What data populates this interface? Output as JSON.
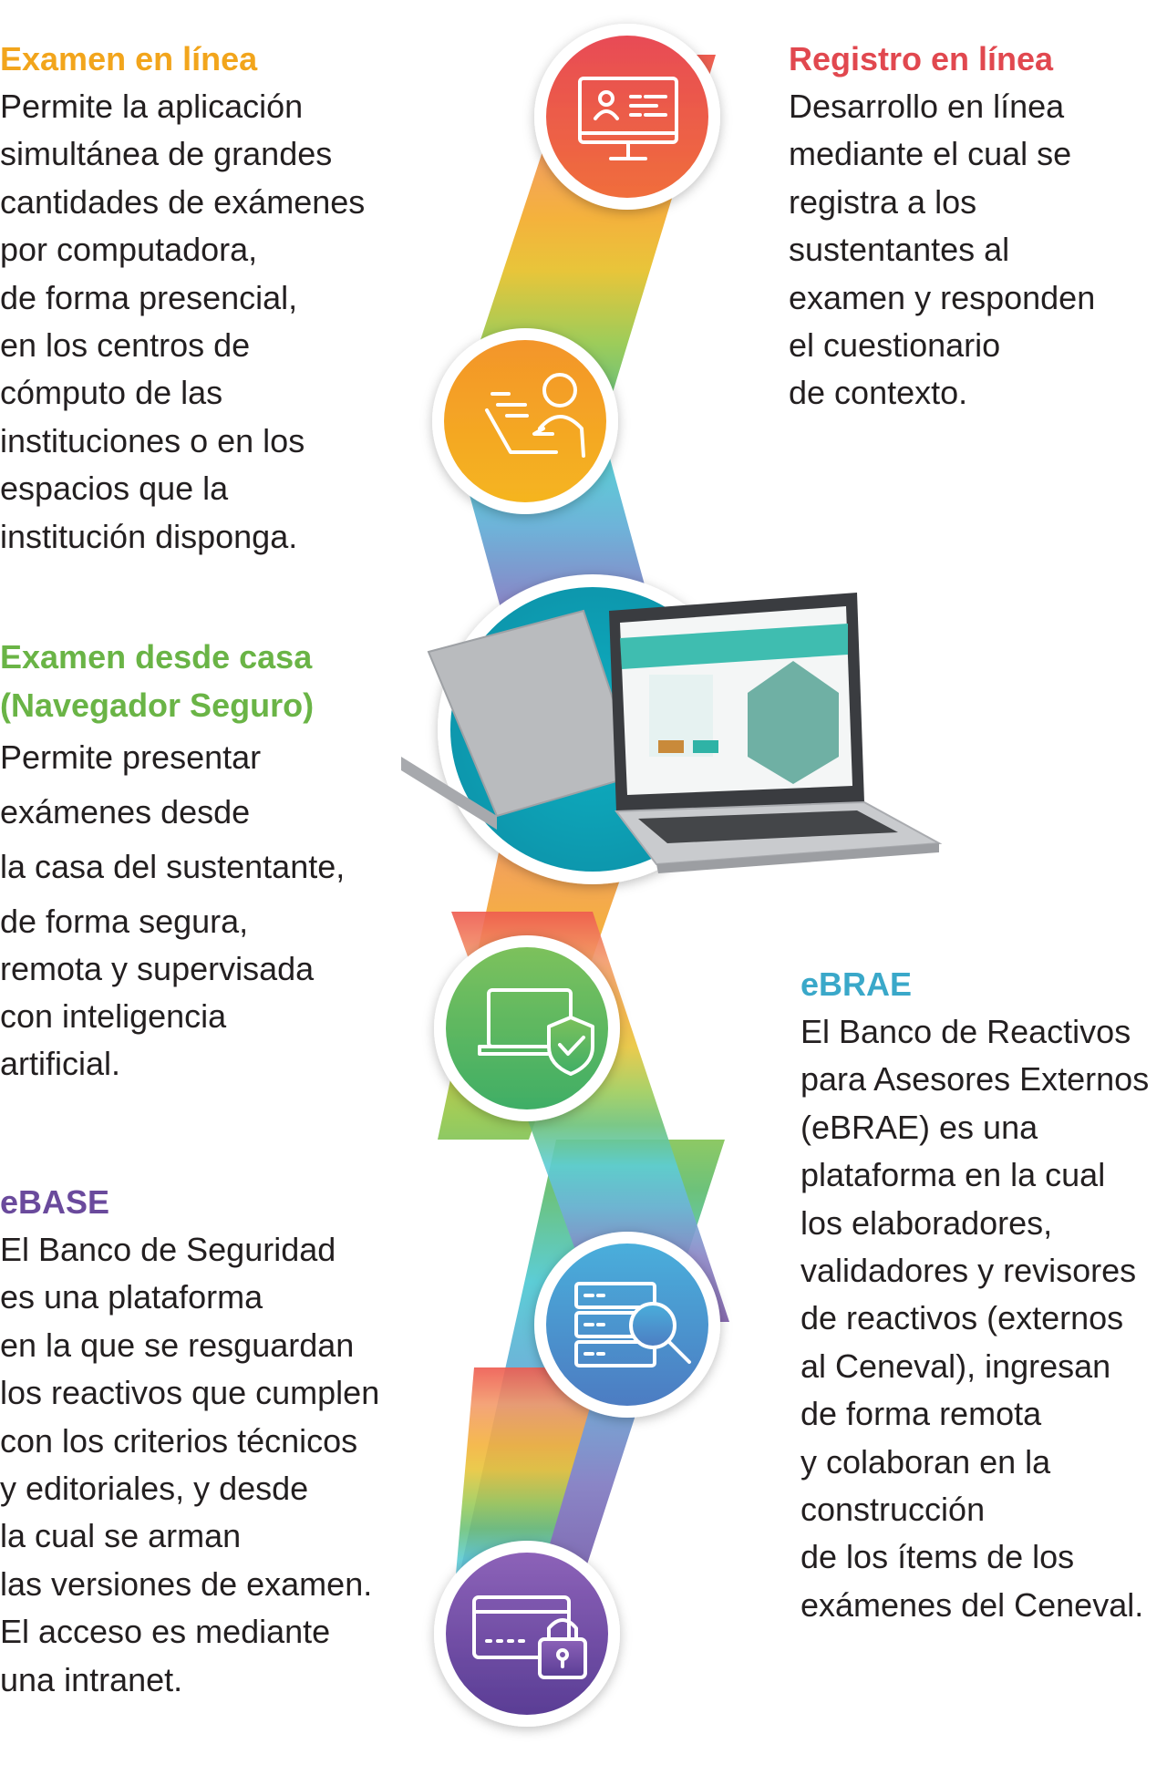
{
  "colors": {
    "title_examen_linea": "#f2a51c",
    "title_registro": "#e1484f",
    "title_casa": "#6ab446",
    "title_ebrae": "#3aa8c9",
    "title_ebase": "#6a4a9c"
  },
  "icons": {
    "step1": "monitor-user-profile-icon",
    "step2": "person-at-laptop-icon",
    "step3": "laptop-screen-icon",
    "step4": "laptop-shield-check-icon",
    "step5": "server-search-icon",
    "step6": "card-padlock-icon"
  },
  "examen_linea": {
    "title": "Examen en línea",
    "lines": [
      "Permite la aplicación",
      "simultánea de grandes",
      "cantidades de exámenes",
      "por computadora,",
      "de forma presencial,",
      "en los centros de",
      "cómputo de las",
      "instituciones o en los",
      "espacios que la",
      "institución disponga."
    ]
  },
  "registro_linea": {
    "title": "Registro en línea",
    "lines": [
      "Desarrollo en línea",
      "mediante el cual se",
      "registra a los",
      "sustentantes al",
      "examen y responden",
      "el cuestionario",
      "de contexto."
    ]
  },
  "examen_casa": {
    "title_line1": "Examen desde casa",
    "title_line2": "(Navegador Seguro)",
    "lines": [
      "Permite presentar",
      "exámenes desde",
      "la casa del sustentante,",
      "de forma segura,",
      "remota y supervisada",
      "con inteligencia",
      "artificial."
    ]
  },
  "ebrae": {
    "title": "eBRAE",
    "lines": [
      "El Banco de Reactivos",
      "para Asesores Externos",
      "(eBRAE) es una",
      "plataforma en la cual",
      "los elaboradores,",
      "validadores y revisores",
      "de reactivos (externos",
      "al Ceneval), ingresan",
      "de forma remota",
      "y colaboran en la",
      "construcción",
      "de los ítems de los",
      "exámenes del Ceneval."
    ]
  },
  "ebase": {
    "title": "eBASE",
    "lines": [
      "El Banco de Seguridad",
      "es una plataforma",
      "en la que se resguardan",
      "los reactivos que cumplen",
      "con los criterios técnicos",
      "y editoriales, y desde",
      "la cual se arman",
      "las versiones de examen.",
      "El acceso es mediante",
      "una intranet."
    ]
  }
}
